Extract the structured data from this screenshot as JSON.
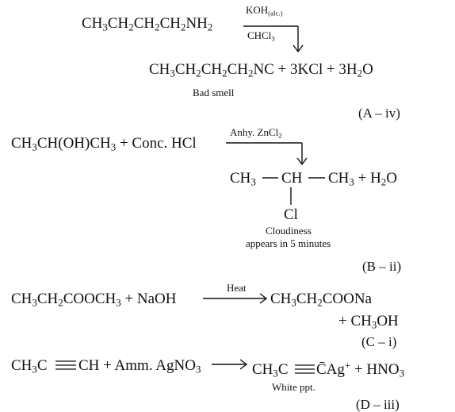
{
  "r1": {
    "reactant_html": "CH<sub>3</sub>CH<sub>2</sub>CH<sub>2</sub>CH<sub>2</sub>NH<sub>2</sub>",
    "reagent_top_html": "KOH<sub>(alc.)</sub>",
    "reagent_bottom_html": "CHCl<sub>3</sub>",
    "product_html": "CH<sub>3</sub>CH<sub>2</sub>CH<sub>2</sub>CH<sub>2</sub>NC + 3KCl + 3H<sub>2</sub>O",
    "note": "Bad smell",
    "label": "(A – iv)"
  },
  "r2": {
    "reactant_html": "CH<sub>3</sub>CH(OH)CH<sub>3</sub> + Conc. HCl",
    "reagent_top_html": "Anhy. ZnCl<sub>2</sub>",
    "product_left_html": "CH<sub>3</sub>",
    "product_mid": "CH",
    "product_right_html": "CH<sub>3</sub> + H<sub>2</sub>O",
    "product_sub": "Cl",
    "note_line1": "Cloudiness",
    "note_line2": "appears in 5 minutes",
    "label": "(B – ii)"
  },
  "r3": {
    "reactant_html": "CH<sub>3</sub>CH<sub>2</sub>COOCH<sub>3</sub> + NaOH",
    "reagent_top": "Heat",
    "product_html": "CH<sub>3</sub>CH<sub>2</sub>COONa",
    "product2_html": "+ CH<sub>3</sub>OH",
    "label": "(C – i)"
  },
  "r4": {
    "reactant_left": "CH<sub>3</sub>C",
    "reactant_right_html": "CH + Amm. AgNO<sub>3</sub>",
    "product_left_html": "CH<sub>3</sub>C",
    "product_right_html": "C&#772;Ag<sup>+</sup> + HNO<sub>3</sub>",
    "note": "White ppt.",
    "label": "(D – iii)"
  }
}
